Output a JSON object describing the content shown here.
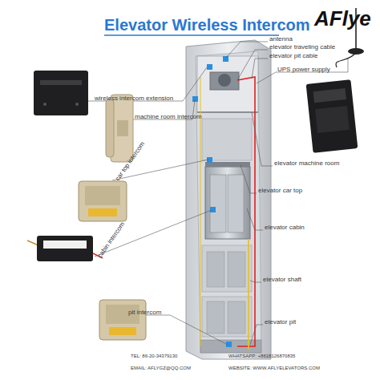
{
  "diagram": {
    "title": "Elevator Wireless Intercom",
    "labels": [
      "AFlye",
      "wireless intercom extension",
      "machine room intercom",
      "car top intercom",
      "cabin intercom",
      "pit intercom",
      "antenna",
      "elevator traveling cable",
      "elevator pit cable",
      "UPS power supply",
      "elevator machine room",
      "elevator car top",
      "elevator cabin",
      "elevator shaft",
      "elevator pit",
      "TEL: 86-20-34379130",
      "WHATSAPP: +8618126870835",
      "EMAIL: AFLYGZ@QQ.COM",
      "WEBSITE: WWW.AFLYELEVATORS.COM"
    ]
  }
}
